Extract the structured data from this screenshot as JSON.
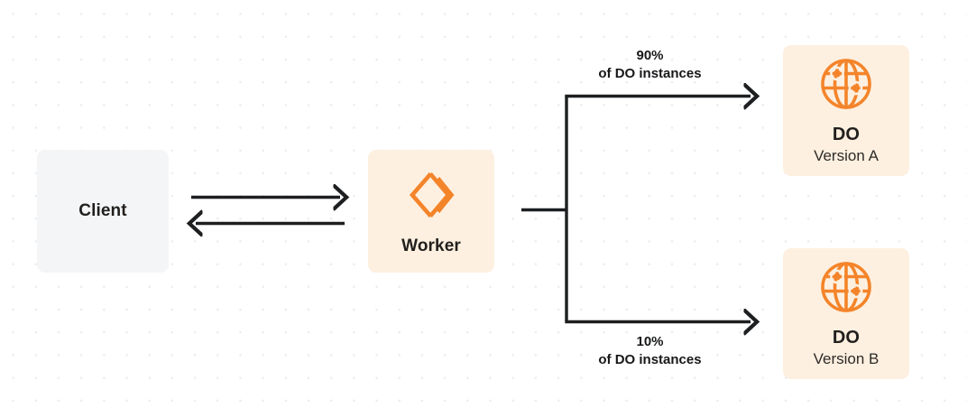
{
  "diagram": {
    "title_hidden": "",
    "colors": {
      "background": "#ffffff",
      "grid_dot": "#ebecee",
      "client_fill": "#f4f5f7",
      "cloudflare_fill": "#fdf0e0",
      "accent_orange": "#f4842a",
      "line": "#1d1f21",
      "text": "#211f1d"
    },
    "nodes": [
      {
        "id": "client",
        "name": "client-node",
        "label": "Client",
        "sublabel": "",
        "icon": ""
      },
      {
        "id": "worker",
        "name": "worker-node",
        "label": "Worker",
        "sublabel": "",
        "icon": "cloudflare-workers-icon"
      },
      {
        "id": "do-a",
        "name": "durable-object-a-node",
        "label": "DO",
        "sublabel": "Version A",
        "icon": "globe-icon"
      },
      {
        "id": "do-b",
        "name": "durable-object-b-node",
        "label": "DO",
        "sublabel": "Version B",
        "icon": "globe-icon"
      }
    ],
    "edges": [
      {
        "id": "client-to-worker",
        "from": "client",
        "to": "worker",
        "direction": "right",
        "label": ""
      },
      {
        "id": "worker-to-client",
        "from": "worker",
        "to": "client",
        "direction": "left",
        "label": ""
      },
      {
        "id": "worker-to-do-a",
        "from": "worker",
        "to": "do-a",
        "direction": "right",
        "percent": "90%",
        "description": "of DO instances"
      },
      {
        "id": "worker-to-do-b",
        "from": "worker",
        "to": "do-b",
        "direction": "right",
        "percent": "10%",
        "description": "of DO instances"
      }
    ]
  }
}
